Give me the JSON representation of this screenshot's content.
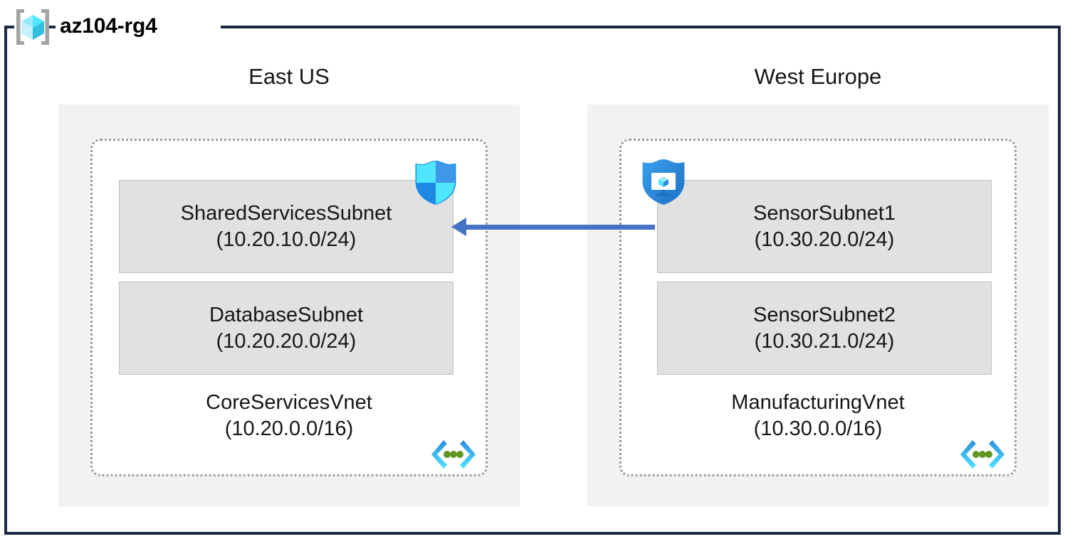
{
  "diagram": {
    "type": "azure-network-architecture",
    "frame_color": "#1B2A47",
    "resource_group": {
      "name": "az104-rg4",
      "icon": "azure-resource-group-icon"
    },
    "regions": [
      {
        "label": "East US",
        "vnet": {
          "name": "CoreServicesVnet",
          "cidr": "(10.20.0.0/16)",
          "icon": "virtual-network-icon",
          "subnets": [
            {
              "name": "SharedServicesSubnet",
              "cidr": "(10.20.10.0/24)",
              "attached_icon": "network-security-shield-icon"
            },
            {
              "name": "DatabaseSubnet",
              "cidr": "(10.20.20.0/24)",
              "attached_icon": null
            }
          ]
        }
      },
      {
        "label": "West Europe",
        "vnet": {
          "name": "ManufacturingVnet",
          "cidr": "(10.30.0.0/16)",
          "icon": "virtual-network-icon",
          "subnets": [
            {
              "name": "SensorSubnet1",
              "cidr": "(10.30.20.0/24)",
              "attached_icon": "bastion-shield-monitor-icon"
            },
            {
              "name": "SensorSubnet2",
              "cidr": "(10.30.21.0/24)",
              "attached_icon": null
            }
          ]
        }
      }
    ],
    "connection": {
      "name": "vnet-peering-arrow",
      "direction": "right-to-left",
      "from": "SensorSubnet1",
      "to": "SharedServicesSubnet",
      "color": "#4472C4"
    },
    "colors": {
      "region_fill": "#F2F2F2",
      "subnet_fill": "#E1E1E1",
      "subnet_border": "#BEBEBE",
      "vnet_border": "#9A9A9A",
      "arrow": "#4472C4",
      "azure_cyan": "#50E6FF",
      "azure_blue": "#1E88E5",
      "green_dot": "#5E9624"
    }
  }
}
